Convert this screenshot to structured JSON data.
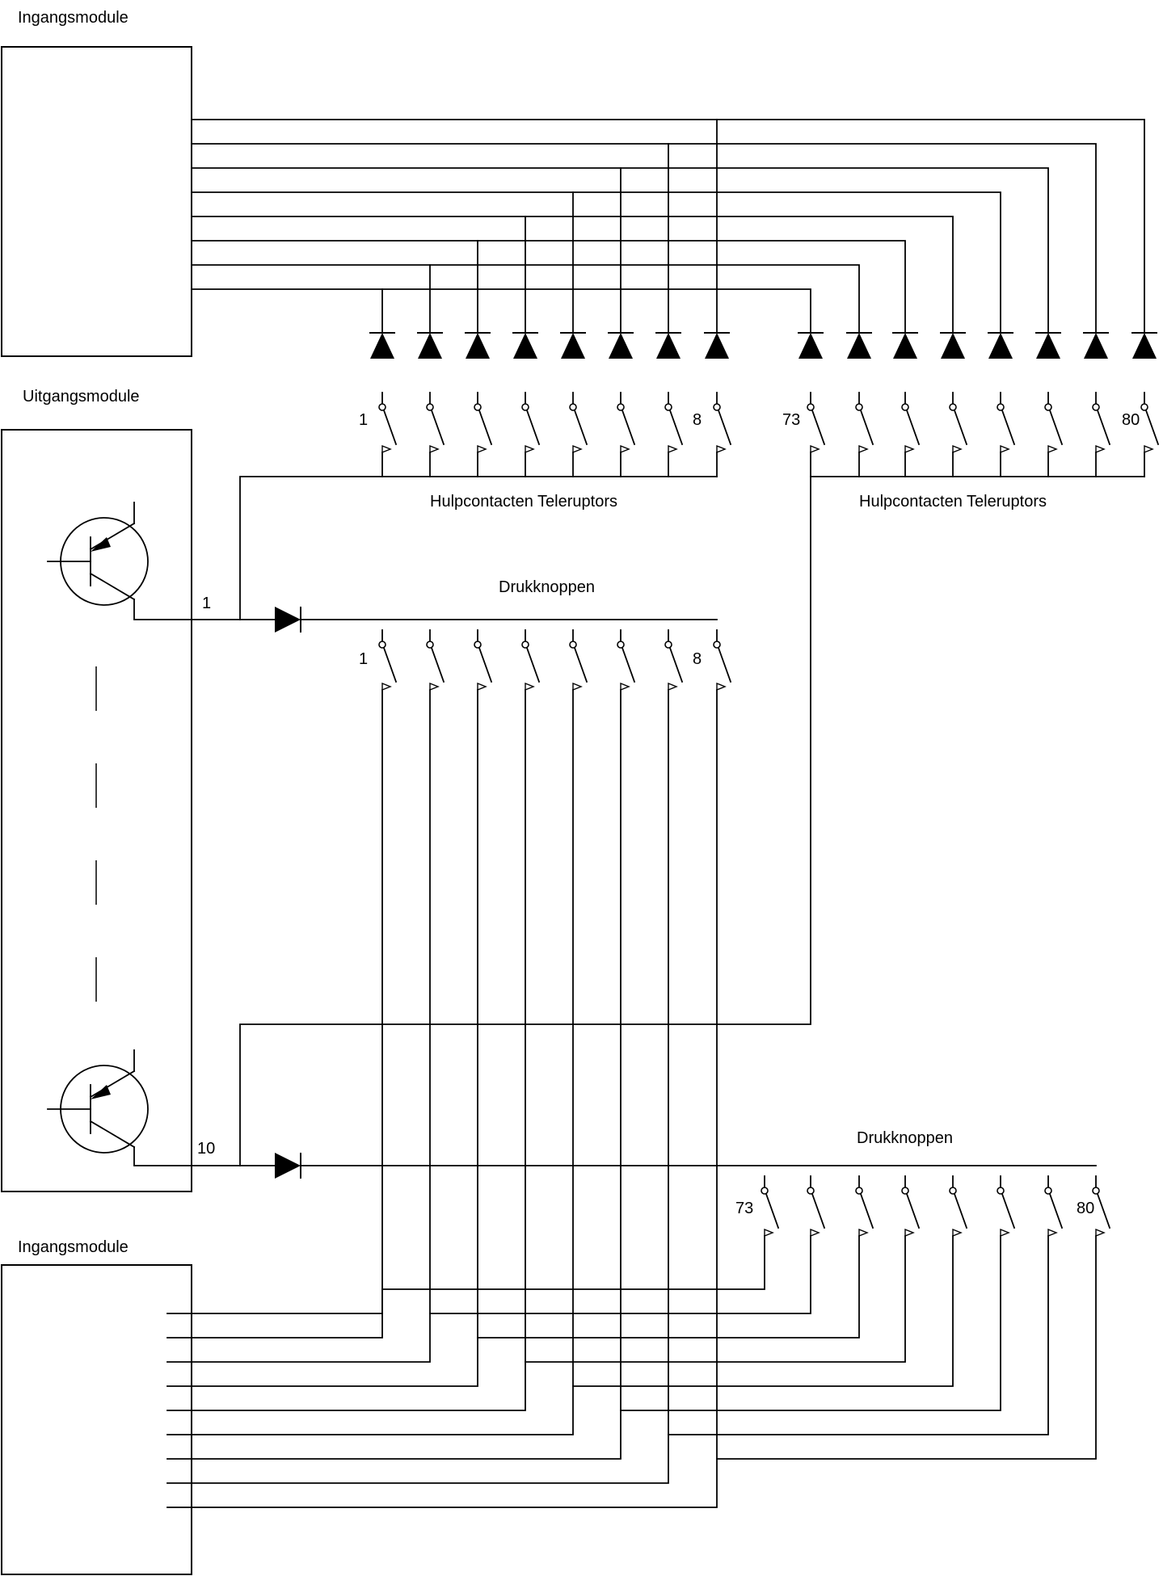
{
  "labels": {
    "input_module_top": "Ingangsmodule",
    "output_module": "Uitgangsmodule",
    "input_module_bottom": "Ingangsmodule",
    "aux_contacts_left": "Hulpcontacten Teleruptors",
    "aux_contacts_right": "Hulpcontacten Teleruptors",
    "pushbuttons_top": "Drukknoppen",
    "pushbuttons_bottom": "Drukknoppen"
  },
  "numbers": {
    "aux_left_first": "1",
    "aux_left_last": "8",
    "aux_right_first": "73",
    "aux_right_last": "80",
    "output_1": "1",
    "output_10": "10",
    "push_top_first": "1",
    "push_top_last": "8",
    "push_bottom_first": "73",
    "push_bottom_last": "80"
  }
}
